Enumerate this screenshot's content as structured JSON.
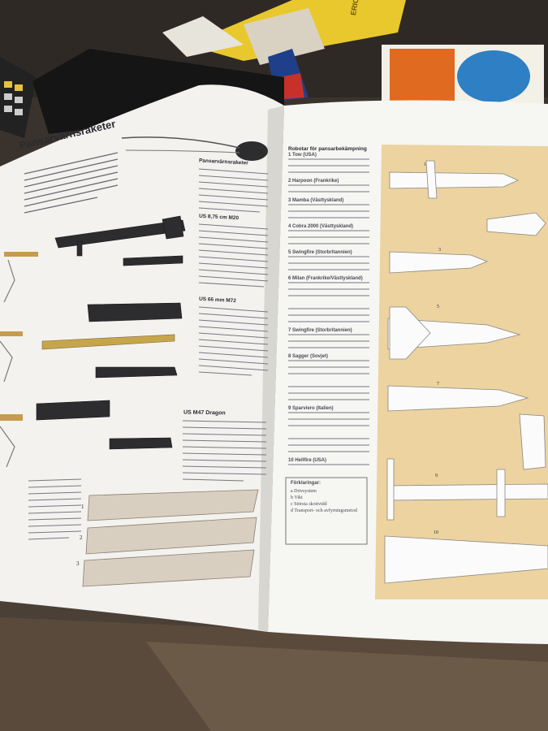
{
  "left_page": {
    "title": "Pansarvärnsraketer",
    "heading_panzerfaust": "Pansarvärnsraketer",
    "heading_m20": "US 8,75 cm M20",
    "heading_m72": "US 66 mm M72",
    "heading_dragon": "US M47 Dragon",
    "diagram_labels": [
      "1",
      "2",
      "3"
    ]
  },
  "right_page": {
    "list_title": "Robotar för pansarbekämpning",
    "entries": [
      "1 Tow (USA)",
      "2 Harpoon (Frankrike)",
      "3 Mamba (Västtyskland)",
      "4 Cobra 2000 (Västtyskland)",
      "5 Swingfire (Storbritannien)",
      "6 Milan (Frankrike/Västtyskland)",
      "7 Swingfire (Storbritannien)",
      "8 Sagger (Sovjet)",
      "9 Sparviero (Italien)",
      "10 Hellfire (USA)"
    ],
    "legend_title": "Förklaringar:",
    "legend_items": [
      "a Drivsystem",
      "b Vikt",
      "c Största skottvidd",
      "d Transport- och avfyrningsmetod"
    ],
    "missile_numbers": [
      "1",
      "3",
      "5",
      "7",
      "9",
      "10"
    ]
  },
  "background": {
    "yellow_paper_text": "ERICKS HERR"
  }
}
